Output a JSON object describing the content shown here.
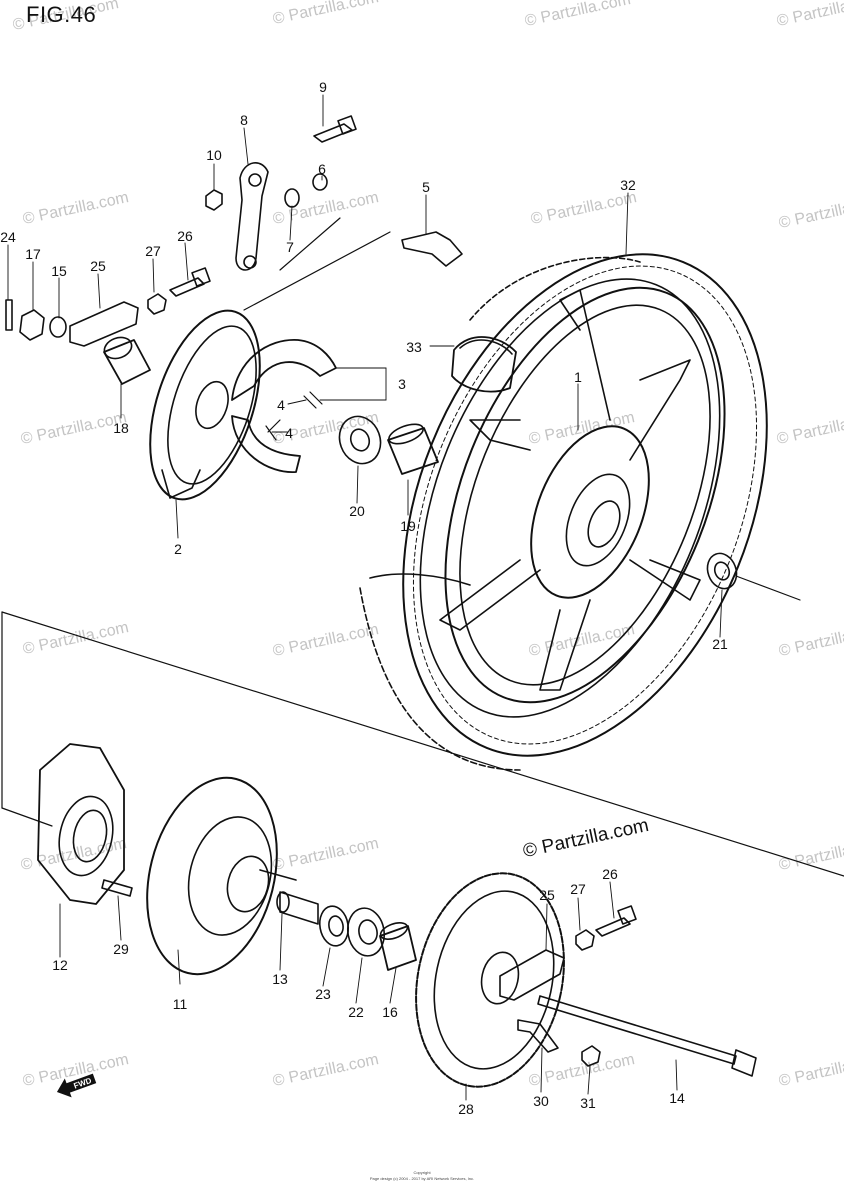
{
  "figure": {
    "title": "FIG.46"
  },
  "watermark_text": "© Partzilla.com",
  "brand_text": "© Partzilla.com",
  "callouts": [
    {
      "id": "9",
      "label": "9"
    },
    {
      "id": "8",
      "label": "8"
    },
    {
      "id": "10",
      "label": "10"
    },
    {
      "id": "6",
      "label": "6"
    },
    {
      "id": "7",
      "label": "7"
    },
    {
      "id": "5",
      "label": "5"
    },
    {
      "id": "32",
      "label": "32"
    },
    {
      "id": "24",
      "label": "24"
    },
    {
      "id": "17",
      "label": "17"
    },
    {
      "id": "15",
      "label": "15"
    },
    {
      "id": "25a",
      "label": "25"
    },
    {
      "id": "27a",
      "label": "27"
    },
    {
      "id": "26a",
      "label": "26"
    },
    {
      "id": "33",
      "label": "33"
    },
    {
      "id": "3",
      "label": "3"
    },
    {
      "id": "4a",
      "label": "4"
    },
    {
      "id": "4b",
      "label": "4"
    },
    {
      "id": "1",
      "label": "1"
    },
    {
      "id": "18",
      "label": "18"
    },
    {
      "id": "20",
      "label": "20"
    },
    {
      "id": "19",
      "label": "19"
    },
    {
      "id": "2",
      "label": "2"
    },
    {
      "id": "21",
      "label": "21"
    },
    {
      "id": "12",
      "label": "12"
    },
    {
      "id": "29",
      "label": "29"
    },
    {
      "id": "11",
      "label": "11"
    },
    {
      "id": "13",
      "label": "13"
    },
    {
      "id": "23",
      "label": "23"
    },
    {
      "id": "22",
      "label": "22"
    },
    {
      "id": "16",
      "label": "16"
    },
    {
      "id": "28",
      "label": "28"
    },
    {
      "id": "25b",
      "label": "25"
    },
    {
      "id": "27b",
      "label": "27"
    },
    {
      "id": "26b",
      "label": "26"
    },
    {
      "id": "30",
      "label": "30"
    },
    {
      "id": "31",
      "label": "31"
    },
    {
      "id": "14",
      "label": "14"
    }
  ],
  "forward_marker": "FWD",
  "copyright": {
    "line1": "Copyright",
    "line2": "Page design (c) 2004 - 2017 by ARI Network Services, Inc."
  }
}
